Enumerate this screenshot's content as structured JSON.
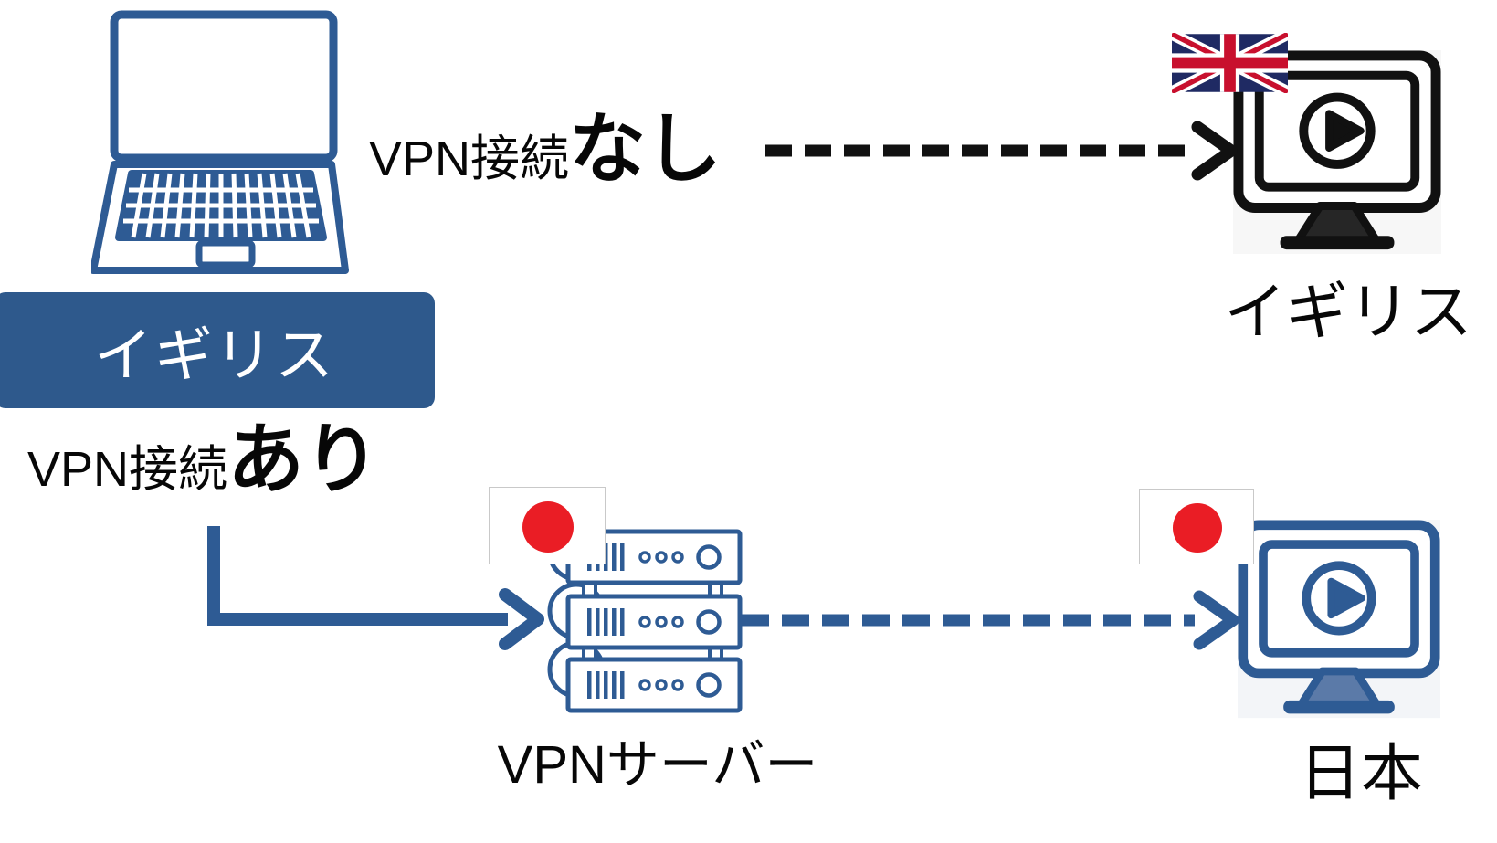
{
  "labels": {
    "client_country": "イギリス",
    "no_vpn": {
      "prefix": "VPN接続",
      "emphasis": "なし"
    },
    "with_vpn": {
      "prefix": "VPN接続",
      "emphasis": "あり"
    },
    "uk_site": "イギリス",
    "vpn_server": "VPNサーバー",
    "japan_site": "日本"
  },
  "colors": {
    "primary_blue": "#2E5B94",
    "label_box_blue": "#2E598C",
    "arrow_black": "#111111",
    "japan_flag_red": "#EA1D25",
    "uk_flag_navy": "#1F2A63",
    "uk_flag_red": "#C8102E",
    "text_black": "#070707"
  },
  "icons": {
    "client_device": "laptop-icon",
    "uk_flag": "uk-flag-icon",
    "japan_flag": "japan-flag-icon",
    "streaming_site": "play-monitor-icon",
    "vpn_server": "server-stack-icon"
  },
  "arrows": {
    "no_vpn_route": "dashed-black-arrow",
    "client_to_server": "solid-blue-elbow-arrow",
    "server_to_japan": "dashed-blue-arrow"
  }
}
